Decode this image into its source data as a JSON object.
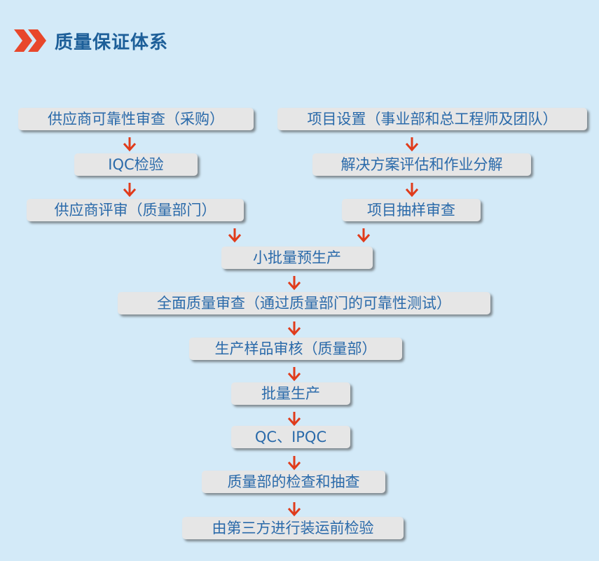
{
  "header": {
    "title": "质量保证体系",
    "accent_color": "#e8472b",
    "title_color": "#1d5f99",
    "icon": "double-chevron-right-icon"
  },
  "diagram": {
    "box_color": "#e6e6e6",
    "text_color": "#2a6aaa",
    "arrow_color": "#e03c1c",
    "nodes": {
      "supplier_reliability": "供应商可靠性审查（采购）",
      "iqc": "IQC检验",
      "supplier_review": "供应商评审（质量部门）",
      "project_setup": "项目设置（事业部和总工程师及团队）",
      "solution_eval": "解决方案评估和作业分解",
      "sample_review": "项目抽样审查",
      "small_batch": "小批量预生产",
      "full_quality": "全面质量审查（通过质量部门的可靠性测试）",
      "sample_audit": "生产样品审核（质量部）",
      "mass_production": "批量生产",
      "qc_ipqc": "QC、IPQC",
      "inspection": "质量部的检查和抽查",
      "third_party": "由第三方进行装运前检验"
    }
  }
}
